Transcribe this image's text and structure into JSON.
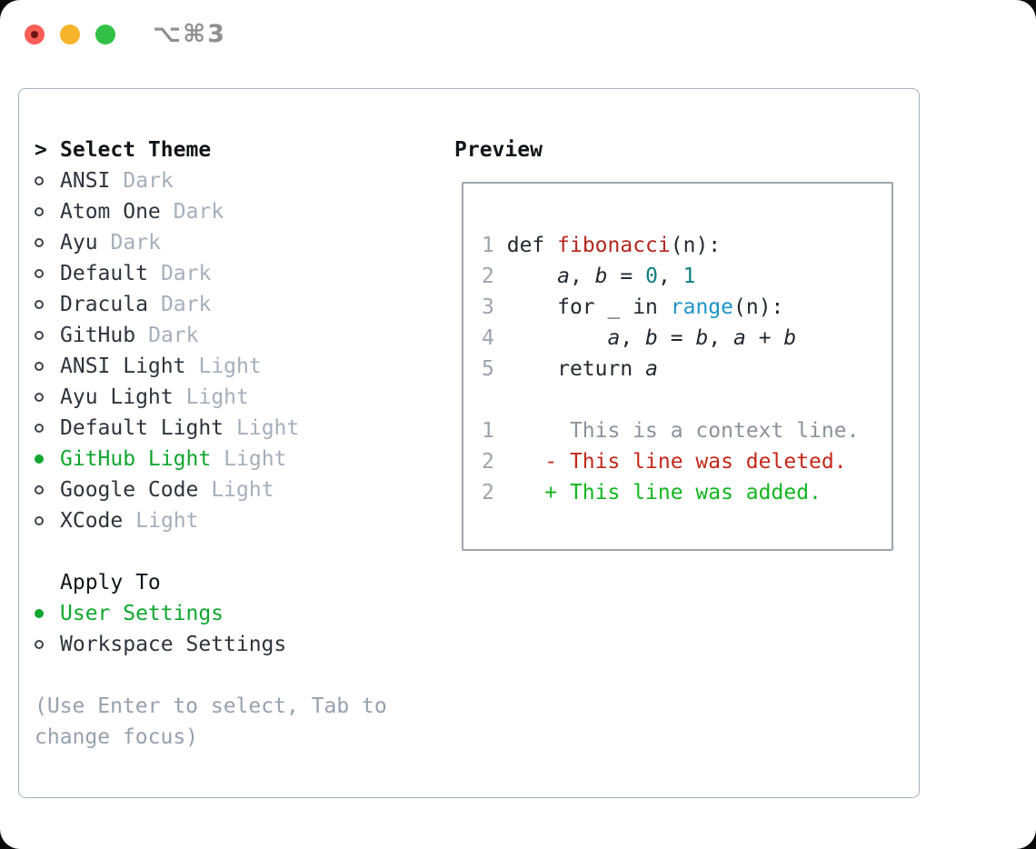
{
  "window": {
    "title": "⌥⌘3",
    "traffic_lights": [
      {
        "name": "close",
        "color": "#F85E56",
        "dot": true
      },
      {
        "name": "minimize",
        "color": "#F6B42C",
        "dot": false
      },
      {
        "name": "zoom",
        "color": "#32C144",
        "dot": false
      }
    ]
  },
  "theme_picker": {
    "header_marker": ">",
    "header_label": "Select Theme",
    "themes": [
      {
        "name": "ANSI",
        "variant": "Dark",
        "selected": false
      },
      {
        "name": "Atom One",
        "variant": "Dark",
        "selected": false
      },
      {
        "name": "Ayu",
        "variant": "Dark",
        "selected": false
      },
      {
        "name": "Default",
        "variant": "Dark",
        "selected": false
      },
      {
        "name": "Dracula",
        "variant": "Dark",
        "selected": false
      },
      {
        "name": "GitHub",
        "variant": "Dark",
        "selected": false
      },
      {
        "name": "ANSI Light",
        "variant": "Light",
        "selected": false
      },
      {
        "name": "Ayu Light",
        "variant": "Light",
        "selected": false
      },
      {
        "name": "Default Light",
        "variant": "Light",
        "selected": false
      },
      {
        "name": "GitHub Light",
        "variant": "Light",
        "selected": true
      },
      {
        "name": "Google Code",
        "variant": "Light",
        "selected": false
      },
      {
        "name": "XCode",
        "variant": "Light",
        "selected": false
      }
    ],
    "apply_to_label": "Apply To",
    "apply_options": [
      {
        "name": "User Settings",
        "selected": true
      },
      {
        "name": "Workspace Settings",
        "selected": false
      }
    ],
    "hint_lines": [
      "(Use Enter to select, Tab to",
      "change focus)"
    ]
  },
  "preview": {
    "label": "Preview",
    "lines": [
      [],
      [
        {
          "t": "1",
          "c": "ln"
        },
        {
          "t": " ",
          "c": "pl"
        },
        {
          "t": "def",
          "c": "kw"
        },
        {
          "t": " ",
          "c": "pl"
        },
        {
          "t": "fibonacci",
          "c": "fn"
        },
        {
          "t": "(n):",
          "c": "pl"
        }
      ],
      [
        {
          "t": "2",
          "c": "ln"
        },
        {
          "t": "     ",
          "c": "pl"
        },
        {
          "t": "a",
          "c": "var"
        },
        {
          "t": ", ",
          "c": "pl"
        },
        {
          "t": "b",
          "c": "var"
        },
        {
          "t": " = ",
          "c": "pl"
        },
        {
          "t": "0",
          "c": "num"
        },
        {
          "t": ", ",
          "c": "pl"
        },
        {
          "t": "1",
          "c": "num"
        }
      ],
      [
        {
          "t": "3",
          "c": "ln"
        },
        {
          "t": "     ",
          "c": "pl"
        },
        {
          "t": "for",
          "c": "kw"
        },
        {
          "t": " _ ",
          "c": "pl"
        },
        {
          "t": "in",
          "c": "kw"
        },
        {
          "t": " ",
          "c": "pl"
        },
        {
          "t": "range",
          "c": "bi"
        },
        {
          "t": "(n):",
          "c": "pl"
        }
      ],
      [
        {
          "t": "4",
          "c": "ln"
        },
        {
          "t": "         ",
          "c": "pl"
        },
        {
          "t": "a",
          "c": "var"
        },
        {
          "t": ", ",
          "c": "pl"
        },
        {
          "t": "b",
          "c": "var"
        },
        {
          "t": " = ",
          "c": "pl"
        },
        {
          "t": "b",
          "c": "var"
        },
        {
          "t": ", ",
          "c": "pl"
        },
        {
          "t": "a",
          "c": "var"
        },
        {
          "t": " + ",
          "c": "pl"
        },
        {
          "t": "b",
          "c": "var"
        }
      ],
      [
        {
          "t": "5",
          "c": "ln"
        },
        {
          "t": "     ",
          "c": "pl"
        },
        {
          "t": "return",
          "c": "kw"
        },
        {
          "t": " ",
          "c": "pl"
        },
        {
          "t": "a",
          "c": "var"
        }
      ],
      [],
      [
        {
          "t": "1",
          "c": "ln"
        },
        {
          "t": "      ",
          "c": "pl"
        },
        {
          "t": "This is a context line.",
          "c": "ctx"
        }
      ],
      [
        {
          "t": "2",
          "c": "ln"
        },
        {
          "t": "    ",
          "c": "pl"
        },
        {
          "t": "- This line was deleted.",
          "c": "del"
        }
      ],
      [
        {
          "t": "2",
          "c": "ln"
        },
        {
          "t": "    ",
          "c": "pl"
        },
        {
          "t": "+ This line was added.",
          "c": "add"
        }
      ]
    ]
  },
  "colors": {
    "title_gray": "#8E8E93",
    "panel_border": "#AAB1BB",
    "preview_border": "#9EA5AE",
    "header_black": "#111519",
    "item_text": "#2E343B",
    "variant_gray": "#A5AFBA",
    "hint_gray": "#97A1AD",
    "circle_outline": "#3C434B",
    "ui_green": "#10A62F",
    "added_green": "#12B620",
    "deleted_red": "#C3281B",
    "function_red": "#B4281E",
    "number_teal": "#0E7E80",
    "builtin_blue": "#1E93C8",
    "code_text": "#24292F",
    "line_number_gray": "#9CA4AE",
    "context_gray": "#8B929A"
  }
}
